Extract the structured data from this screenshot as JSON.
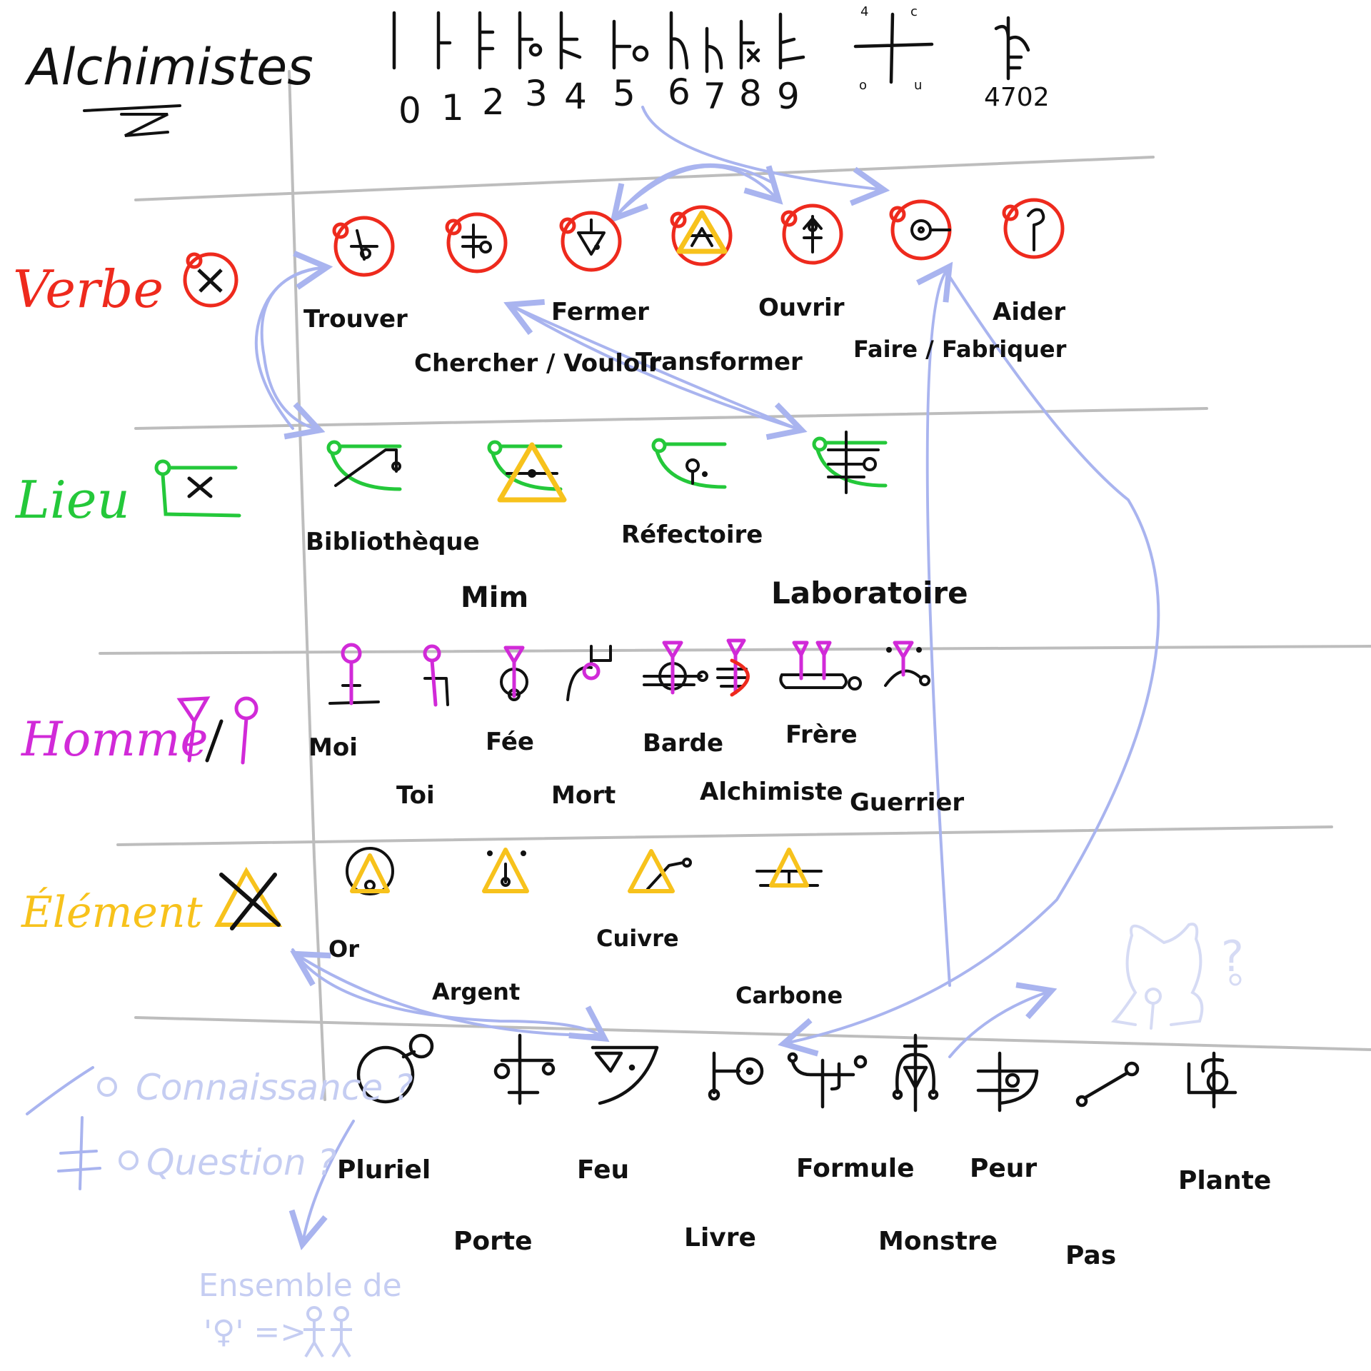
{
  "title": "Alchimistes",
  "colors": {
    "verbe": "#ee2a1d",
    "lieu": "#24c83a",
    "homme": "#d12ad8",
    "element": "#f7c21c",
    "ink": "#111111",
    "grid": "#bdbdbd",
    "arrow": "#a9b4ef"
  },
  "numbers": {
    "digits": [
      "0",
      "1",
      "2",
      "3",
      "4",
      "5",
      "6",
      "7",
      "8",
      "9"
    ],
    "corner_marks": [
      "4",
      "c",
      "o",
      "u"
    ],
    "example": "4702"
  },
  "categories": [
    {
      "id": "verbe",
      "label": "Verbe",
      "words": [
        "Trouver",
        "Chercher / Vouloir",
        "Fermer",
        "Transformer",
        "Ouvrir",
        "Faire / Fabriquer",
        "Aider"
      ]
    },
    {
      "id": "lieu",
      "label": "Lieu",
      "words": [
        "Bibliothèque",
        "Mim",
        "Réfectoire",
        "Laboratoire"
      ]
    },
    {
      "id": "homme",
      "label": "Homme",
      "words": [
        "Moi",
        "Toi",
        "Fée",
        "Mort",
        "Barde",
        "Alchimiste",
        "Frère",
        "Guerrier"
      ]
    },
    {
      "id": "element",
      "label": "Élément",
      "words": [
        "Or",
        "Argent",
        "Cuivre",
        "Carbone"
      ]
    },
    {
      "id": "other",
      "label": "",
      "words": [
        "Pluriel",
        "Porte",
        "Feu",
        "Livre",
        "Formule",
        "Monstre",
        "Peur",
        "Pas",
        "Plante"
      ]
    }
  ],
  "notes": {
    "connaissance": "Connaissance ?",
    "question": "Question ?",
    "ensemble_line1": "Ensemble de",
    "ensemble_line2": "'♀' =>"
  },
  "margin": {
    "question_mark": "?"
  }
}
